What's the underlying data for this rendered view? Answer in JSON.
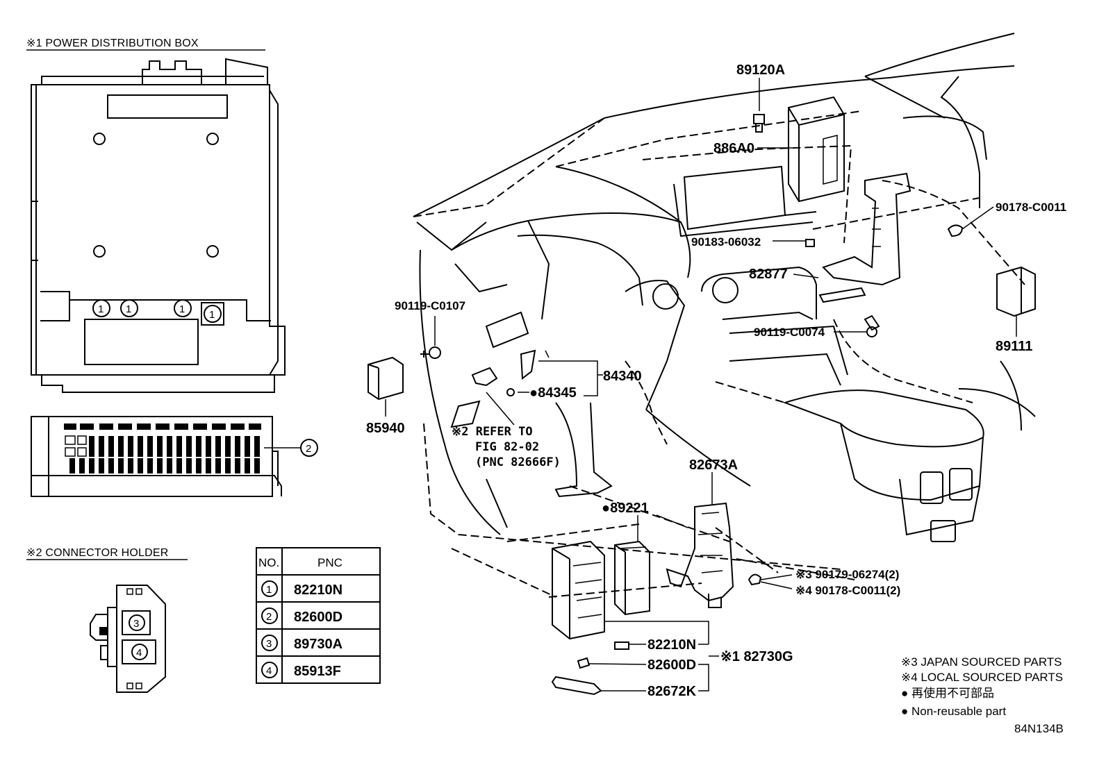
{
  "sections": {
    "power_box_title": "※1  POWER DISTRIBUTION BOX",
    "connector_holder_title": "※2 CONNECTOR HOLDER"
  },
  "callouts": {
    "power_box_items": [
      "1",
      "1",
      "1",
      "1"
    ],
    "relay_block": "2",
    "holder_top": "3",
    "holder_bottom": "4"
  },
  "table": {
    "headers": [
      "NO.",
      "PNC"
    ],
    "rows": [
      {
        "no": "1",
        "pnc": "82210N"
      },
      {
        "no": "2",
        "pnc": "82600D"
      },
      {
        "no": "3",
        "pnc": "89730A"
      },
      {
        "no": "4",
        "pnc": "85913F"
      }
    ]
  },
  "parts": {
    "p89120A": "89120A",
    "p886A0": "886A0",
    "p90178_C0011": "90178-C0011",
    "p90183_06032": "90183-06032",
    "p82877": "82877",
    "p89111": "89111",
    "p90119_C0107": "90119-C0107",
    "p90119_C0074": "90119-C0074",
    "p84340": "84340",
    "p84345": "●84345",
    "p85940": "85940",
    "refer_line1": "※2 REFER TO",
    "refer_line2": "FIG 82-02",
    "refer_line3": "(PNC 82666F)",
    "p82673A": "82673A",
    "p89221": "●89221",
    "p90179_06274": "※3  90179-06274(2)",
    "p90178_C0011_2": "※4  90178-C0011(2)",
    "p82210N": "82210N",
    "p82600D": "82600D",
    "p82672K": "82672K",
    "p82730G": "※1 82730G"
  },
  "legend": {
    "japan": "※3 JAPAN SOURCED PARTS",
    "local": "※4 LOCAL SOURCED PARTS",
    "jp_nonreusable": "● 再使用不可部品",
    "nonreusable": "● Non-reusable part"
  },
  "figure_code": "84N134B"
}
